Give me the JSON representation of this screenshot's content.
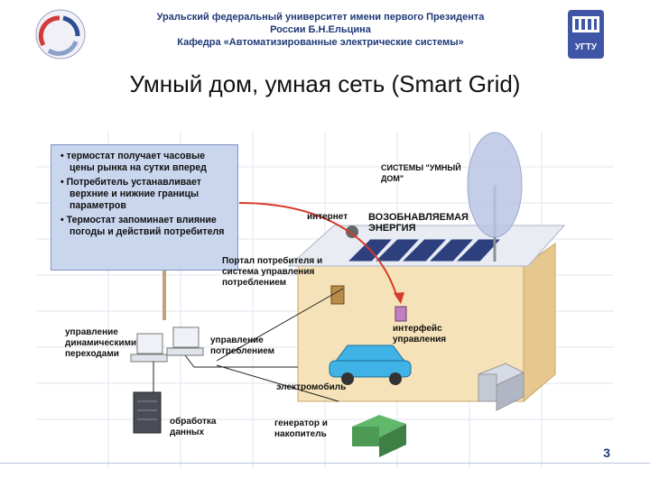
{
  "header": {
    "line1": "Уральский федеральный университет имени первого Президента",
    "line2": "России Б.Н.Ельцина",
    "line3": "Кафедра «Автоматизированные электрические системы»",
    "right_logo_text": "УГТУ"
  },
  "title": "Умный дом, умная сеть (Smart Grid)",
  "bullets": [
    "• термостат получает часовые цены рынка на сутки вперед",
    "• Потребитель устанавливает верхние и нижние границы параметров",
    "• Термостат запоминает влияние погоды и действий потребителя"
  ],
  "diagram": {
    "smart_home_systems": "СИСТЕМЫ \"УМНЫЙ ДОМ\"",
    "internet": "интернет",
    "renewable": "ВОЗОБНАВЛЯЕМАЯ ЭНЕРГИЯ",
    "portal": "Портал потребителя и система управления потреблением",
    "interface": "интерфейс управления",
    "dynamic_control": "управление динамическими переходами",
    "consumption_control": "управление потреблением",
    "ev": "электромобиль",
    "data_processing": "обработка данных",
    "generator": "генератор и накопитель"
  },
  "slide_number": "3"
}
